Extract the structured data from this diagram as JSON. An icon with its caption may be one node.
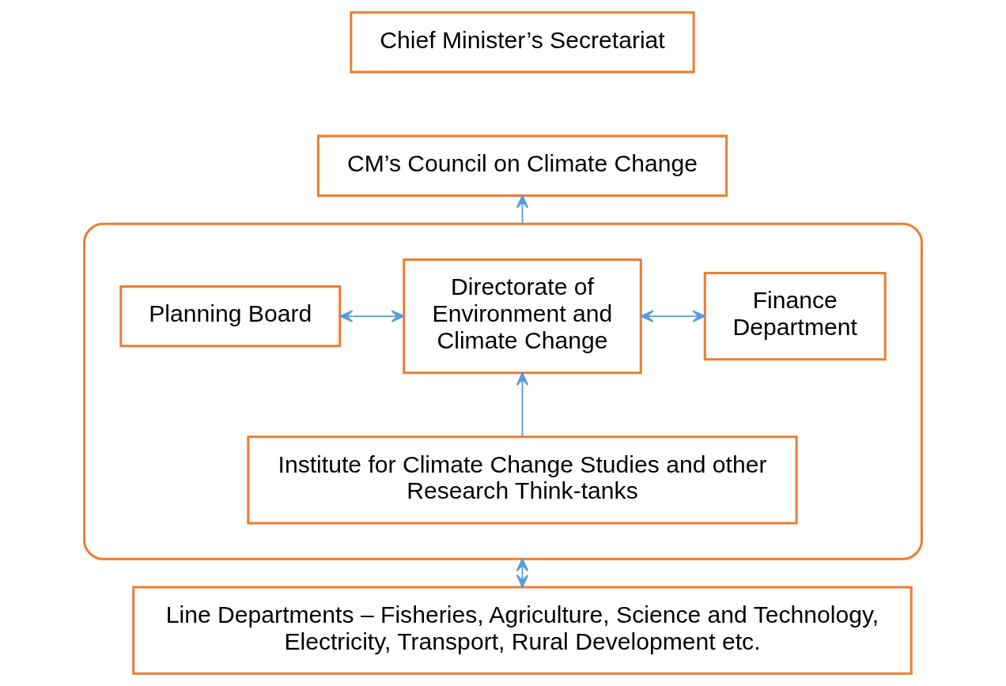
{
  "diagram": {
    "nodes": [
      {
        "text": [
          "Chief Minister’s Secretariat"
        ]
      },
      {
        "text": [
          "CM’s Council on Climate Change"
        ]
      },
      {
        "text": [],
        "shape": "box"
      },
      {
        "text": [
          "Planning Board"
        ],
        "in": 2
      },
      {
        "text": [
          "Directorate of Environment and Climate Change"
        ],
        "in": 2
      },
      {
        "text": [
          "Finance Department"
        ],
        "in": 2
      },
      {
        "text": [
          "Institute for Climate Change Studies and other Research Think-tanks"
        ],
        "in": 2
      },
      {
        "text": [
          "Line Departments – Fisheries, Agriculture, Science and Technology, Electricity, Transport, Rural Development etc."
        ]
      }
    ],
    "edges": [
      {
        "from": 2,
        "to": 1,
        "arrow": "to"
      },
      {
        "from": 3,
        "to": 4,
        "arrow": "both"
      },
      {
        "from": 4,
        "to": 5,
        "arrow": "both"
      },
      {
        "from": 6,
        "to": 4,
        "arrow": "to"
      },
      {
        "from": 2,
        "to": 7,
        "arrow": "both"
      }
    ]
  }
}
